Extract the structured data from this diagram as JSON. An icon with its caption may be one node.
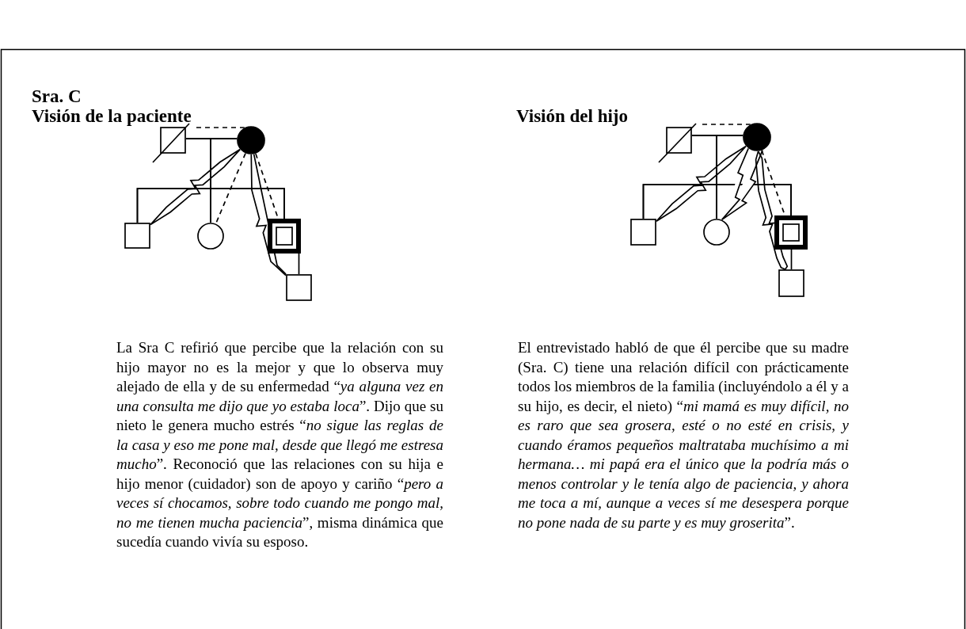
{
  "diagram": {
    "title": "Sra. C",
    "nodes": [
      {
        "text": [],
        "shape": "box"
      },
      {
        "text": [],
        "shape": "circle"
      },
      {
        "text": [],
        "shape": "box"
      },
      {
        "text": [],
        "shape": "circle"
      },
      {
        "text": [],
        "shape": "box"
      },
      {
        "text": [],
        "shape": "box"
      },
      {
        "text": [],
        "shape": "box"
      },
      {
        "text": [],
        "shape": "circle"
      },
      {
        "text": [],
        "shape": "box"
      },
      {
        "text": [],
        "shape": "circle"
      },
      {
        "text": [],
        "shape": "box"
      },
      {
        "text": [],
        "shape": "box"
      }
    ],
    "edges": [
      {
        "from": 0,
        "to": 1,
        "arrow": "none"
      },
      {
        "from": 0,
        "to": 1,
        "arrow": "none",
        "style": "dashed"
      },
      {
        "from": 0,
        "to": 2,
        "arrow": "none"
      },
      {
        "from": 0,
        "to": 3,
        "arrow": "none"
      },
      {
        "from": 0,
        "to": 4,
        "arrow": "none"
      },
      {
        "from": 1,
        "to": 2,
        "arrow": "none"
      },
      {
        "from": 1,
        "to": 3,
        "arrow": "none"
      },
      {
        "from": 1,
        "to": 4,
        "arrow": "none"
      },
      {
        "from": 4,
        "to": 5,
        "arrow": "none"
      },
      {
        "from": 1,
        "to": 2,
        "arrow": "none"
      },
      {
        "from": 1,
        "to": 3,
        "arrow": "none",
        "style": "dashed"
      },
      {
        "from": 1,
        "to": 4,
        "arrow": "none",
        "style": "dashed"
      },
      {
        "from": 1,
        "to": 5,
        "arrow": "none"
      },
      {
        "from": 1,
        "to": 5,
        "arrow": "none"
      },
      {
        "from": 6,
        "to": 7,
        "arrow": "none"
      },
      {
        "from": 6,
        "to": 7,
        "arrow": "none",
        "style": "dashed"
      },
      {
        "from": 6,
        "to": 8,
        "arrow": "none"
      },
      {
        "from": 6,
        "to": 9,
        "arrow": "none"
      },
      {
        "from": 6,
        "to": 10,
        "arrow": "none"
      },
      {
        "from": 7,
        "to": 8,
        "arrow": "none"
      },
      {
        "from": 7,
        "to": 9,
        "arrow": "none"
      },
      {
        "from": 7,
        "to": 10,
        "arrow": "none"
      },
      {
        "from": 10,
        "to": 11,
        "arrow": "none"
      },
      {
        "from": 7,
        "to": 8,
        "arrow": "none"
      },
      {
        "from": 7,
        "to": 9,
        "arrow": "none"
      },
      {
        "from": 7,
        "to": 10,
        "arrow": "none",
        "style": "dashed"
      },
      {
        "from": 7,
        "to": 11,
        "arrow": "none"
      }
    ],
    "labels": [
      "Visión de la paciente",
      "Visión del hijo",
      "La Sra C refirió que percibe que la relación con su hijo mayor no es la mejor y que lo observa muy alejado de ella y de su enfermedad “*ya alguna vez en una consulta me dijo que yo estaba loca*”. Dijo que su nieto le genera mucho estrés “*no sigue las reglas de la casa y eso me pone mal, desde que llegó me estresa mucho*”. Reconoció que las relaciones con su hija e hijo menor (cuidador) son de apoyo y cariño “*pero a veces sí chocamos, sobre todo cuando me pongo mal, no me tienen mucha paciencia*”, misma dinámica que sucedía cuando vivía su esposo.",
      "El entrevistado habló de que él percibe que su madre (Sra. C) tiene una relación difícil con prácticamente todos los miembros de la familia (incluyéndolo a él y a su hijo, es decir, el nieto) “*mi mamá es muy difícil, no es raro que sea grosera, esté o no esté en crisis, y cuando éramos pequeños maltrataba muchísimo a mi hermana… mi papá era el único que la podría más o menos controlar y le tenía algo de paciencia, y ahora me toca a mí, aunque a veces sí me desespera porque no pone nada de su parte y es muy groserita*”."
    ]
  }
}
